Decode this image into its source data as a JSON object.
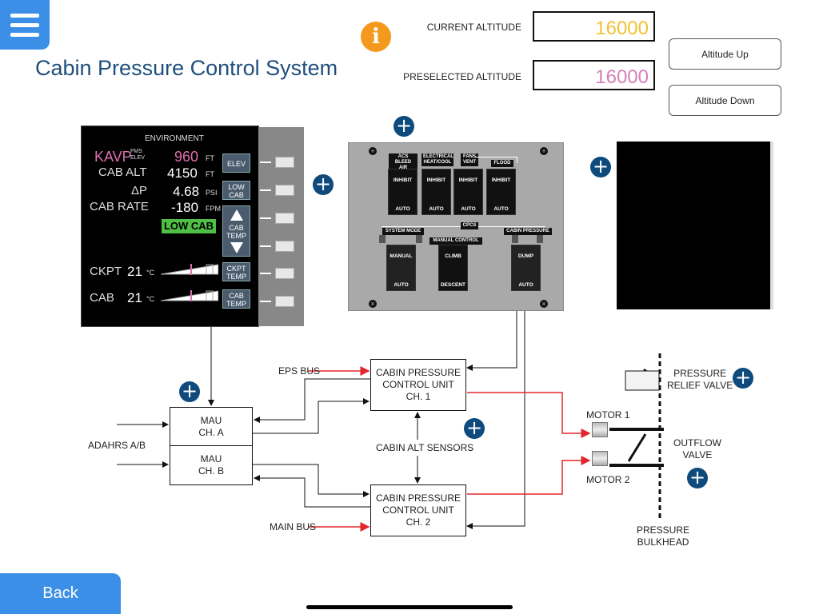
{
  "title": "Cabin Pressure Control System",
  "altitude": {
    "current_label": "CURRENT ALTITUDE",
    "current_value": "16000",
    "current_color": "#f1c232",
    "preselected_label": "PRESELECTED ALTITUDE",
    "preselected_value": "16000",
    "preselected_color": "#d77fb8",
    "up_button": "Altitude Up",
    "down_button": "Altitude Down"
  },
  "env_display": {
    "header": "ENVIRONMENT",
    "kavp": "KAVP",
    "fms": "FMS",
    "elev": "ELEV",
    "elev_value": "960",
    "ft1": "FT",
    "cab_alt_label": "CAB ALT",
    "cab_alt_value": "4150",
    "ft2": "FT",
    "dp_label": "ΔP",
    "dp_value": "4.68",
    "psi": "PSI",
    "cab_rate_label": "CAB RATE",
    "cab_rate_value": "-180",
    "fpm": "FPM",
    "low_cab_msg": "LOW CAB",
    "ckpt_label": "CKPT",
    "ckpt_value": "21",
    "cab_label": "CAB",
    "cab_value": "21",
    "deg_c": "°C",
    "btn_elev": "ELEV",
    "btn_low_cab": "LOW CAB",
    "btn_cab_temp": "CAB TEMP",
    "btn_ckpt_temp": "CKPT TEMP",
    "btn_cab_temp2": "CAB TEMP"
  },
  "overhead": {
    "acs_label": "ACS BLEED AIR",
    "elec_label": "ELECTRICAL HEAT/COOL",
    "fans_label": "FANS VENT",
    "flood_label": "FLOOD",
    "inhibit": "INHIBIT",
    "auto": "AUTO",
    "cpcs": "CPCS",
    "system_mode": "SYSTEM MODE",
    "manual_control": "MANUAL CONTROL",
    "cabin_pressure": "CABIN PRESSURE",
    "manual": "MANUAL",
    "climb": "CLIMB",
    "descent": "DESCENT",
    "dump": "DUMP"
  },
  "diagram": {
    "eps_bus": "EPS BUS",
    "main_bus": "MAIN BUS",
    "adahrs": "ADAHRS A/B",
    "mau_a": [
      "MAU",
      "CH. A"
    ],
    "mau_b": [
      "MAU",
      "CH. B"
    ],
    "cpcu1": [
      "CABIN PRESSURE",
      "CONTROL UNIT",
      "CH. 1"
    ],
    "cpcu2": [
      "CABIN PRESSURE",
      "CONTROL UNIT",
      "CH. 2"
    ],
    "cabin_alt_sensors": "CABIN ALT SENSORS",
    "motor1": "MOTOR 1",
    "motor2": "MOTOR 2",
    "relief_valve": [
      "PRESSURE",
      "RELIEF VALVE"
    ],
    "outflow_valve": [
      "OUTFLOW",
      "VALVE"
    ],
    "bulkhead": [
      "PRESSURE",
      "BULKHEAD"
    ]
  },
  "back": "Back",
  "colors": {
    "accent": "#3b8fe6",
    "title": "#1f4f7d",
    "info": "#f39a1e",
    "plus": "#0f4a7c",
    "bus_arrow": "#e3262b"
  }
}
